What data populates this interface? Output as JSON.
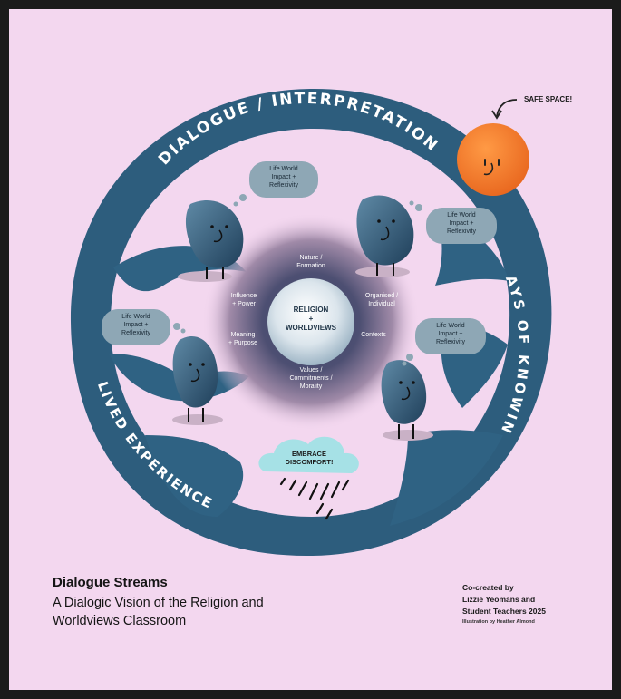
{
  "ring_labels": {
    "top": "DIALOGUE / INTERPRETATION",
    "right": "WAYS OF KNOWING",
    "left": "LIVED EXPERIENCE"
  },
  "safe_space": "SAFE SPACE!",
  "center": {
    "line1": "RELIGION",
    "line2": "+",
    "line3": "WORLDVIEWS"
  },
  "center_labels": {
    "top": [
      "Nature /",
      "Formation"
    ],
    "upper_left": [
      "Influence",
      "+ Power"
    ],
    "upper_right": [
      "Organised /",
      "Individual"
    ],
    "left": [
      "Meaning",
      "+ Purpose"
    ],
    "right": [
      "Contexts"
    ],
    "bottom": [
      "Values /",
      "Commitments /",
      "Morality"
    ]
  },
  "thought_bubbles": [
    [
      "Life World",
      "Impact +",
      "Reflexivity"
    ],
    [
      "Life World",
      "Impact +",
      "Reflexivity"
    ],
    [
      "Life World",
      "Impact +",
      "Reflexivity"
    ],
    [
      "Life World",
      "Impact +",
      "Reflexivity"
    ]
  ],
  "cloud": [
    "EMBRACE",
    "DISCOMFORT!"
  ],
  "caption": {
    "title": "Dialogue Streams",
    "subtitle": "A Dialogic Vision of the Religion and Worldviews Classroom"
  },
  "credit": {
    "line1": "Co-created by",
    "line2": "Lizzie Yeomans and",
    "line3": "Student Teachers 2025",
    "illustrator": "Illustration by Heather Almond"
  },
  "colors": {
    "background": "#f3d7ef",
    "ring": "#2d5d7d",
    "sun": "#f07a2a",
    "bubble": "#8ea7b5",
    "cloud": "#a6e1e6"
  }
}
